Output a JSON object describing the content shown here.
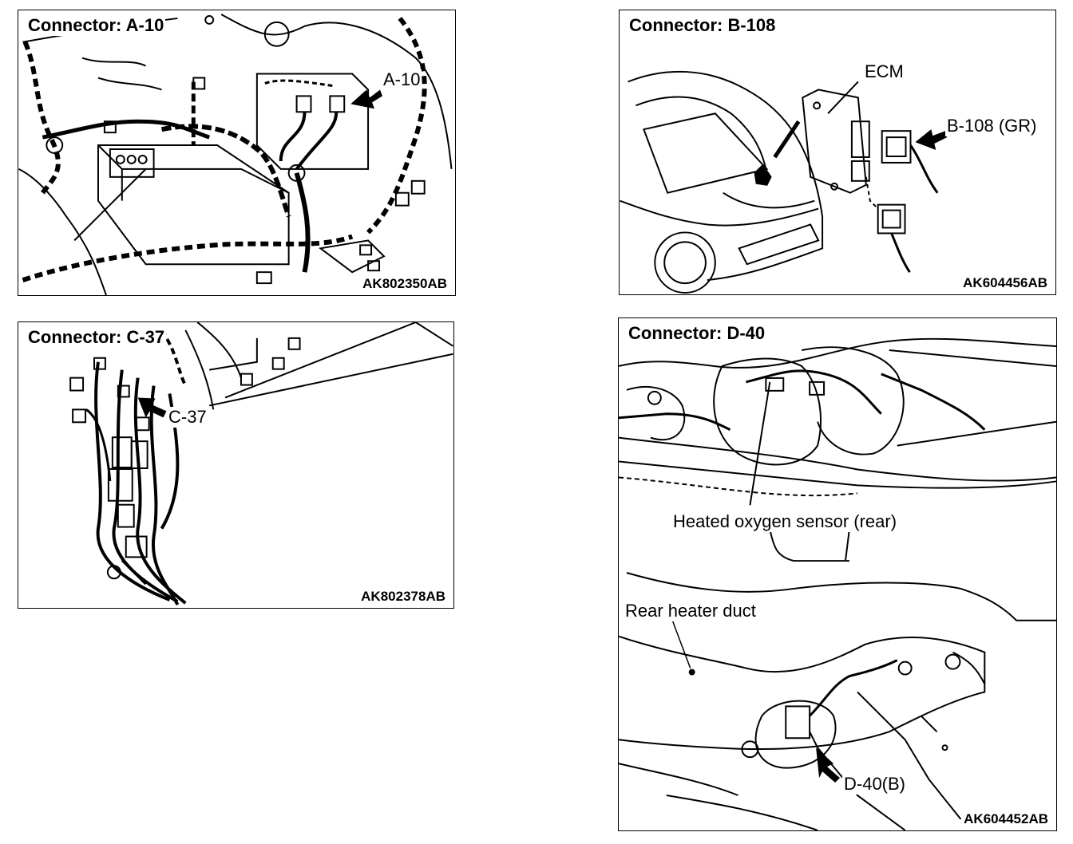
{
  "panels": {
    "a": {
      "title": "Connector: A-10",
      "callout": "A-10",
      "code": "AK802350AB"
    },
    "b": {
      "title": "Connector: B-108",
      "ecm_label": "ECM",
      "callout": "B-108 (GR)",
      "code": "AK604456AB"
    },
    "c": {
      "title": "Connector: C-37",
      "callout": "C-37",
      "code": "AK802378AB"
    },
    "d": {
      "title": "Connector: D-40",
      "sensor_label": "Heated oxygen sensor (rear)",
      "duct_label": "Rear heater duct",
      "callout": "D-40(B)",
      "code": "AK604452AB"
    }
  }
}
